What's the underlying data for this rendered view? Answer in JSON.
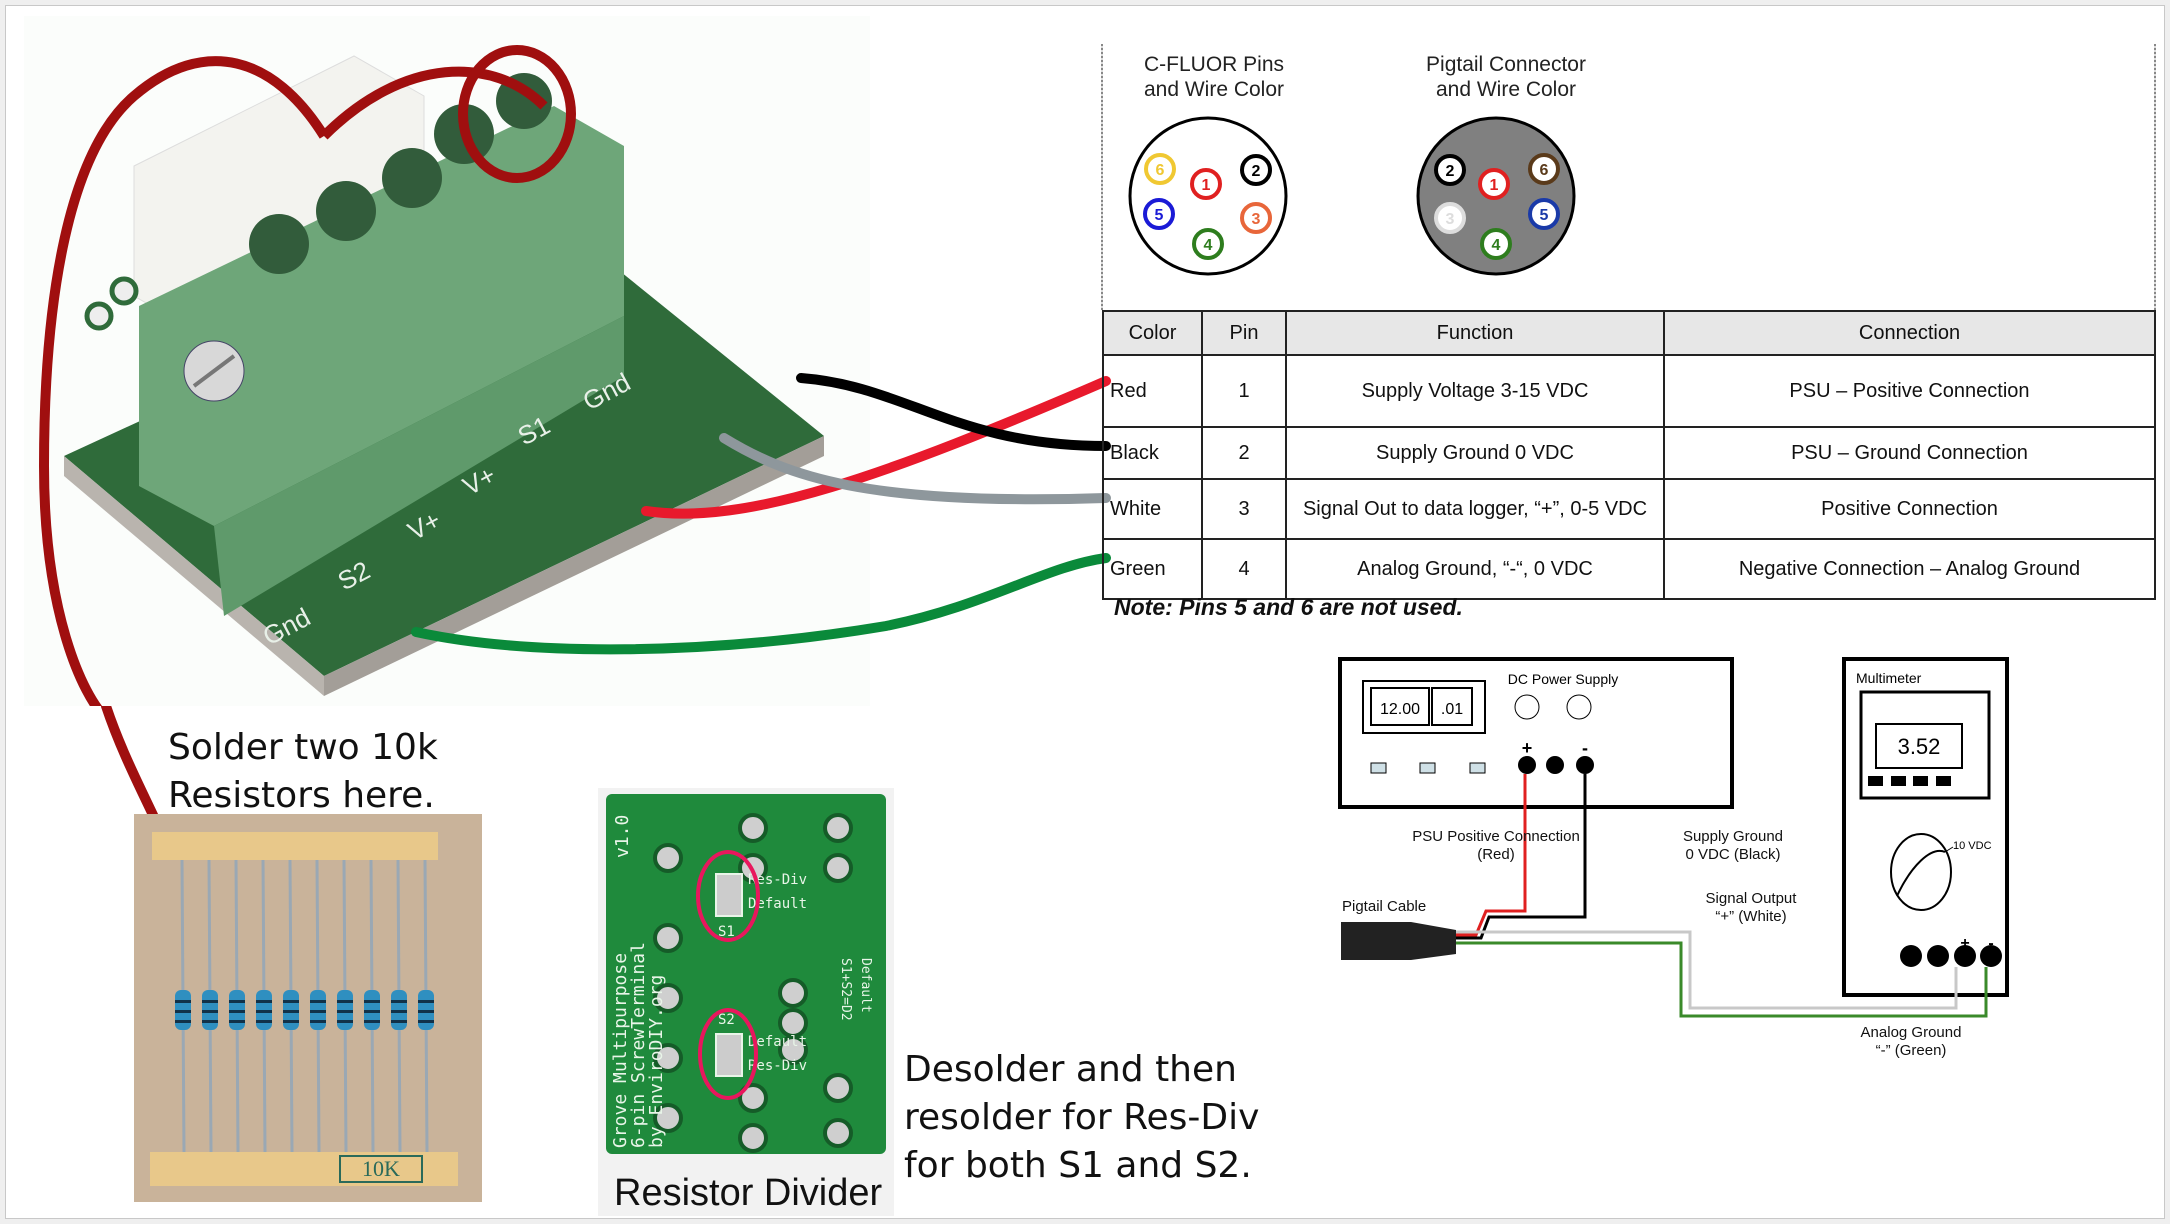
{
  "captions": {
    "solder_resistors": [
      "Solder two 10k",
      "Resistors here."
    ],
    "resistor_divider": "Resistor Divider",
    "desolder_instructions": [
      "Desolder and then",
      "resolder for Res-Div",
      "for both S1 and S2."
    ],
    "resistor_tag": "10K"
  },
  "terminal_board": {
    "silkscreen_labels": [
      "Gnd",
      "S2",
      "V+",
      "V+",
      "S1",
      "Gnd"
    ]
  },
  "pcb_backside": {
    "silkscreen": [
      "Grove Multipurpose",
      "6-pin ScrewTerminal",
      "by EnviroDIY.org",
      "v1.0",
      "Res-Div",
      "Default",
      "S1",
      "S2",
      "Default",
      "Res-Div",
      "S1+S2=D2",
      "Default"
    ]
  },
  "connectors": {
    "cfluor": {
      "title": [
        "C-FLUOR Pins",
        "and Wire Color"
      ],
      "pins": [
        {
          "n": "1",
          "color": "#e02020"
        },
        {
          "n": "2",
          "color": "#000000"
        },
        {
          "n": "3",
          "color": "#e8663a"
        },
        {
          "n": "4",
          "color": "#2e7d1e"
        },
        {
          "n": "5",
          "color": "#1a1ad6"
        },
        {
          "n": "6",
          "color": "#f0c832"
        }
      ],
      "face_color": "#ffffff"
    },
    "pigtail": {
      "title": [
        "Pigtail Connector",
        "and Wire Color"
      ],
      "pins": [
        {
          "n": "1",
          "color": "#e02020"
        },
        {
          "n": "2",
          "color": "#000000"
        },
        {
          "n": "3",
          "color": "#dddddd"
        },
        {
          "n": "4",
          "color": "#2e7d1e"
        },
        {
          "n": "5",
          "color": "#1a3aa8"
        },
        {
          "n": "6",
          "color": "#5a3a1a"
        }
      ],
      "face_color": "#808080"
    }
  },
  "pin_table": {
    "headers": [
      "Color",
      "Pin",
      "Function",
      "Connection"
    ],
    "rows": [
      {
        "color": "Red",
        "pin": "1",
        "function": "Supply Voltage  3-15 VDC",
        "connection": "PSU – Positive Connection",
        "wire": "#e8192c"
      },
      {
        "color": "Black",
        "pin": "2",
        "function": "Supply Ground  0 VDC",
        "connection": "PSU – Ground Connection",
        "wire": "#000000"
      },
      {
        "color": "White",
        "pin": "3",
        "function": "Signal Out to data logger, “+”, 0-5 VDC",
        "connection": "Positive Connection",
        "wire": "#8e979c"
      },
      {
        "color": "Green",
        "pin": "4",
        "function": "Analog Ground, “-“, 0 VDC",
        "connection": "Negative Connection – Analog Ground",
        "wire": "#0a8a3a"
      }
    ],
    "note": "Note:  Pins 5 and 6 are not used."
  },
  "wiring_diagram": {
    "psu": {
      "title": "DC Power Supply",
      "voltage_display": "12.00",
      "current_display": ".01",
      "plus": "+",
      "minus": "-"
    },
    "multimeter": {
      "title": "Multimeter",
      "display": "3.52",
      "range": "10 VDC",
      "plus": "+",
      "minus": "-"
    },
    "labels": {
      "psu_positive": [
        "PSU  Positive  Connection",
        "(Red)"
      ],
      "supply_ground": [
        "Supply  Ground",
        "0 VDC  (Black)"
      ],
      "signal_output": [
        "Signal  Output",
        "“+” (White)"
      ],
      "analog_ground": [
        "Analog Ground",
        "“-” (Green)"
      ],
      "pigtail_cable": "Pigtail  Cable"
    },
    "wire_colors": {
      "red": "#e02020",
      "black": "#000000",
      "white": "#c8c8c8",
      "green": "#3a8a2a"
    }
  }
}
